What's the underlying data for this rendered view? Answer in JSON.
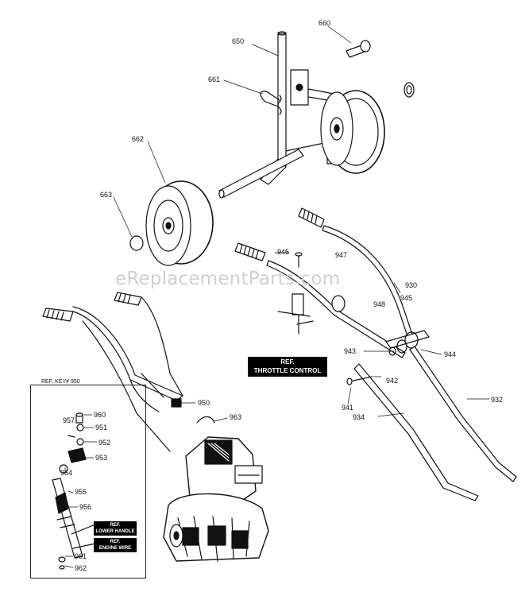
{
  "watermark": "eReplacementParts.com",
  "inset_title": "REF. KEY# 950",
  "ref_tags": {
    "throttle_line1": "REF.",
    "throttle_line2": "THROTTLE CONTROL",
    "lower_line1": "REF.",
    "lower_line2": "LOWER HANDLE",
    "engine_line1": "REF.",
    "engine_line2": "ENGINE WIRE"
  },
  "part_labels": {
    "p660": "660",
    "p650": "650",
    "p661": "661",
    "p662": "662",
    "p663": "663",
    "p946": "946",
    "p947": "947",
    "p930": "930",
    "p948": "948",
    "p945": "945",
    "p943": "943",
    "p944": "944",
    "p942": "942",
    "p941": "941",
    "p934": "934",
    "p932": "932",
    "p950": "950",
    "p963": "963",
    "p957": "957",
    "p960": "960",
    "p951": "951",
    "p952": "952",
    "p953": "953",
    "p954": "954",
    "p955": "955",
    "p956": "956",
    "p961": "961",
    "p962": "962"
  }
}
